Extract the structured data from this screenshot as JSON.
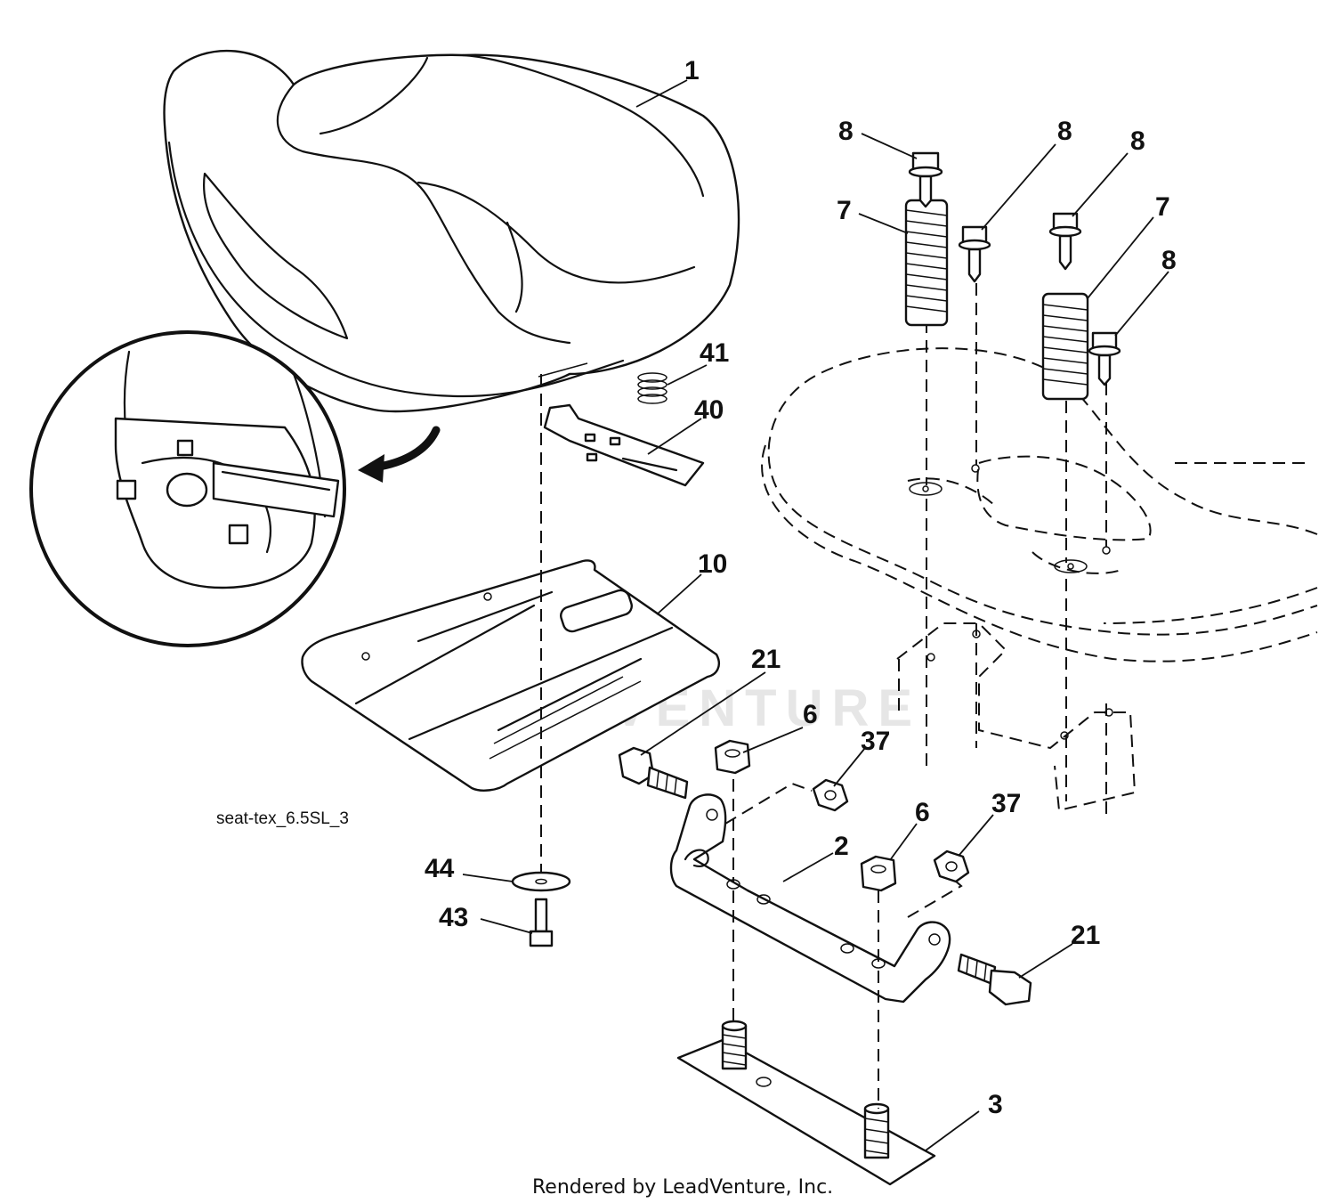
{
  "diagram": {
    "source_code": "seat-tex_6.5SL_3",
    "footer": "Rendered by LeadVenture, Inc.",
    "watermark": "LEADVENTURE",
    "callouts": [
      {
        "id": "c1",
        "label": "1"
      },
      {
        "id": "c8a",
        "label": "8"
      },
      {
        "id": "c8b",
        "label": "8"
      },
      {
        "id": "c8c",
        "label": "8"
      },
      {
        "id": "c8d",
        "label": "8"
      },
      {
        "id": "c7a",
        "label": "7"
      },
      {
        "id": "c7b",
        "label": "7"
      },
      {
        "id": "c41",
        "label": "41"
      },
      {
        "id": "c40",
        "label": "40"
      },
      {
        "id": "c10",
        "label": "10"
      },
      {
        "id": "c21a",
        "label": "21"
      },
      {
        "id": "c21b",
        "label": "21"
      },
      {
        "id": "c6a",
        "label": "6"
      },
      {
        "id": "c6b",
        "label": "6"
      },
      {
        "id": "c37a",
        "label": "37"
      },
      {
        "id": "c37b",
        "label": "37"
      },
      {
        "id": "c2",
        "label": "2"
      },
      {
        "id": "c44",
        "label": "44"
      },
      {
        "id": "c43",
        "label": "43"
      },
      {
        "id": "c3",
        "label": "3"
      }
    ]
  }
}
